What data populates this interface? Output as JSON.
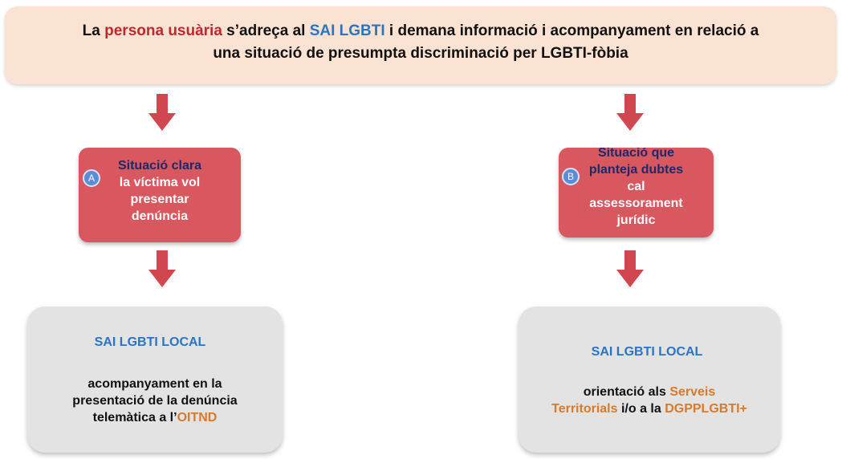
{
  "header": {
    "text_1": "La ",
    "highlight_user": "persona usuària",
    "text_2": " s’adreça al ",
    "highlight_sai": "SAI LGBTI",
    "text_3": " i demana informació i acompanyament en relació a",
    "line_2": "una situació de presumpta discriminació per LGBTI-fòbia"
  },
  "case_a": {
    "badge": "A",
    "line_1": "Situació clara",
    "line_2": "la víctima vol",
    "line_3": "presentar",
    "line_4": "denúncia"
  },
  "case_b": {
    "badge": "B",
    "line_1": "Situació que",
    "line_2": "planteja dubtes",
    "line_3": "cal",
    "line_4": "assessorament",
    "line_5": "jurídic"
  },
  "result_a": {
    "title": "SAI LGBTI LOCAL",
    "line_1": "acompanyament en  la",
    "line_2": "presentació de la denúncia",
    "line_3_prefix": "telemàtica a l’",
    "line_3_highlight": "OITND"
  },
  "result_b": {
    "title": "SAI LGBTI LOCAL",
    "line_1_prefix": "orientació als ",
    "line_1_highlight": "Serveis",
    "line_2_highlight": "Territorials",
    "line_2_text": " i/o a la ",
    "line_2_highlight_2": "DGPPLGBTI+"
  },
  "colors": {
    "banner": "#fbe3d3",
    "case_box": "#d9575e",
    "result_box": "#e3e3e3",
    "arrow": "#d0474f",
    "accent_red": "#c0282d",
    "accent_blue": "#2a74c4",
    "accent_orange": "#d77a2a"
  }
}
